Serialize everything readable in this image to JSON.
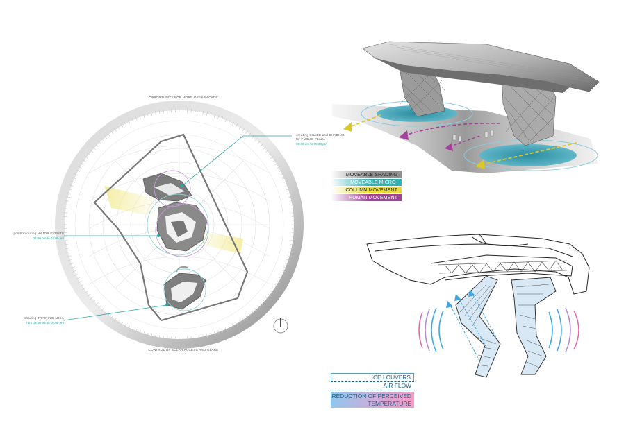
{
  "site_plan": {
    "top_caption": "OPPORTUNITY FOR MORE OPEN FACADE",
    "bottom_caption": "CONTROL OF SOLAR ACCESS AND GLARE",
    "ann_plaza_title": "creating SHADE and SHADING for PUBLIC PLAZA",
    "ann_plaza_time": "06:00 am to 05:00 pm",
    "ann_events_title": "position during MAJOR EVENTS",
    "ann_events_time": "06:00 pm to 07:00 pm",
    "ann_training_title": "shading TRAINING AREA",
    "ann_training_time": "from 06:00 am to 04:00 pm"
  },
  "legend_top": {
    "items": [
      {
        "label": "MOVEABLE SHADING",
        "color": "#8f8f8f",
        "text_color": "#222222"
      },
      {
        "label": "MOVEABLE MICRO-CLIMATE",
        "color": "#2db3b3",
        "text_color": "#ffffff"
      },
      {
        "label": "COLUMN MOVEMENT",
        "color": "#e8da3c",
        "text_color": "#222222"
      },
      {
        "label": "HUMAN MOVEMENT",
        "color": "#a3409b",
        "text_color": "#ffffff"
      }
    ]
  },
  "legend_bottom": {
    "ice_louvers": "ICE LOUVERS",
    "air_flow": "AIR FLOW",
    "reduction_line1": "REDUCTION OF PERCEIVED",
    "reduction_line2": "TEMPERATURE"
  },
  "colors": {
    "teal": "#2aa8a8",
    "yellow": "#e8da3c",
    "magenta": "#a3409b",
    "blue": "#3fa7e0",
    "pink": "#e06aa8"
  }
}
